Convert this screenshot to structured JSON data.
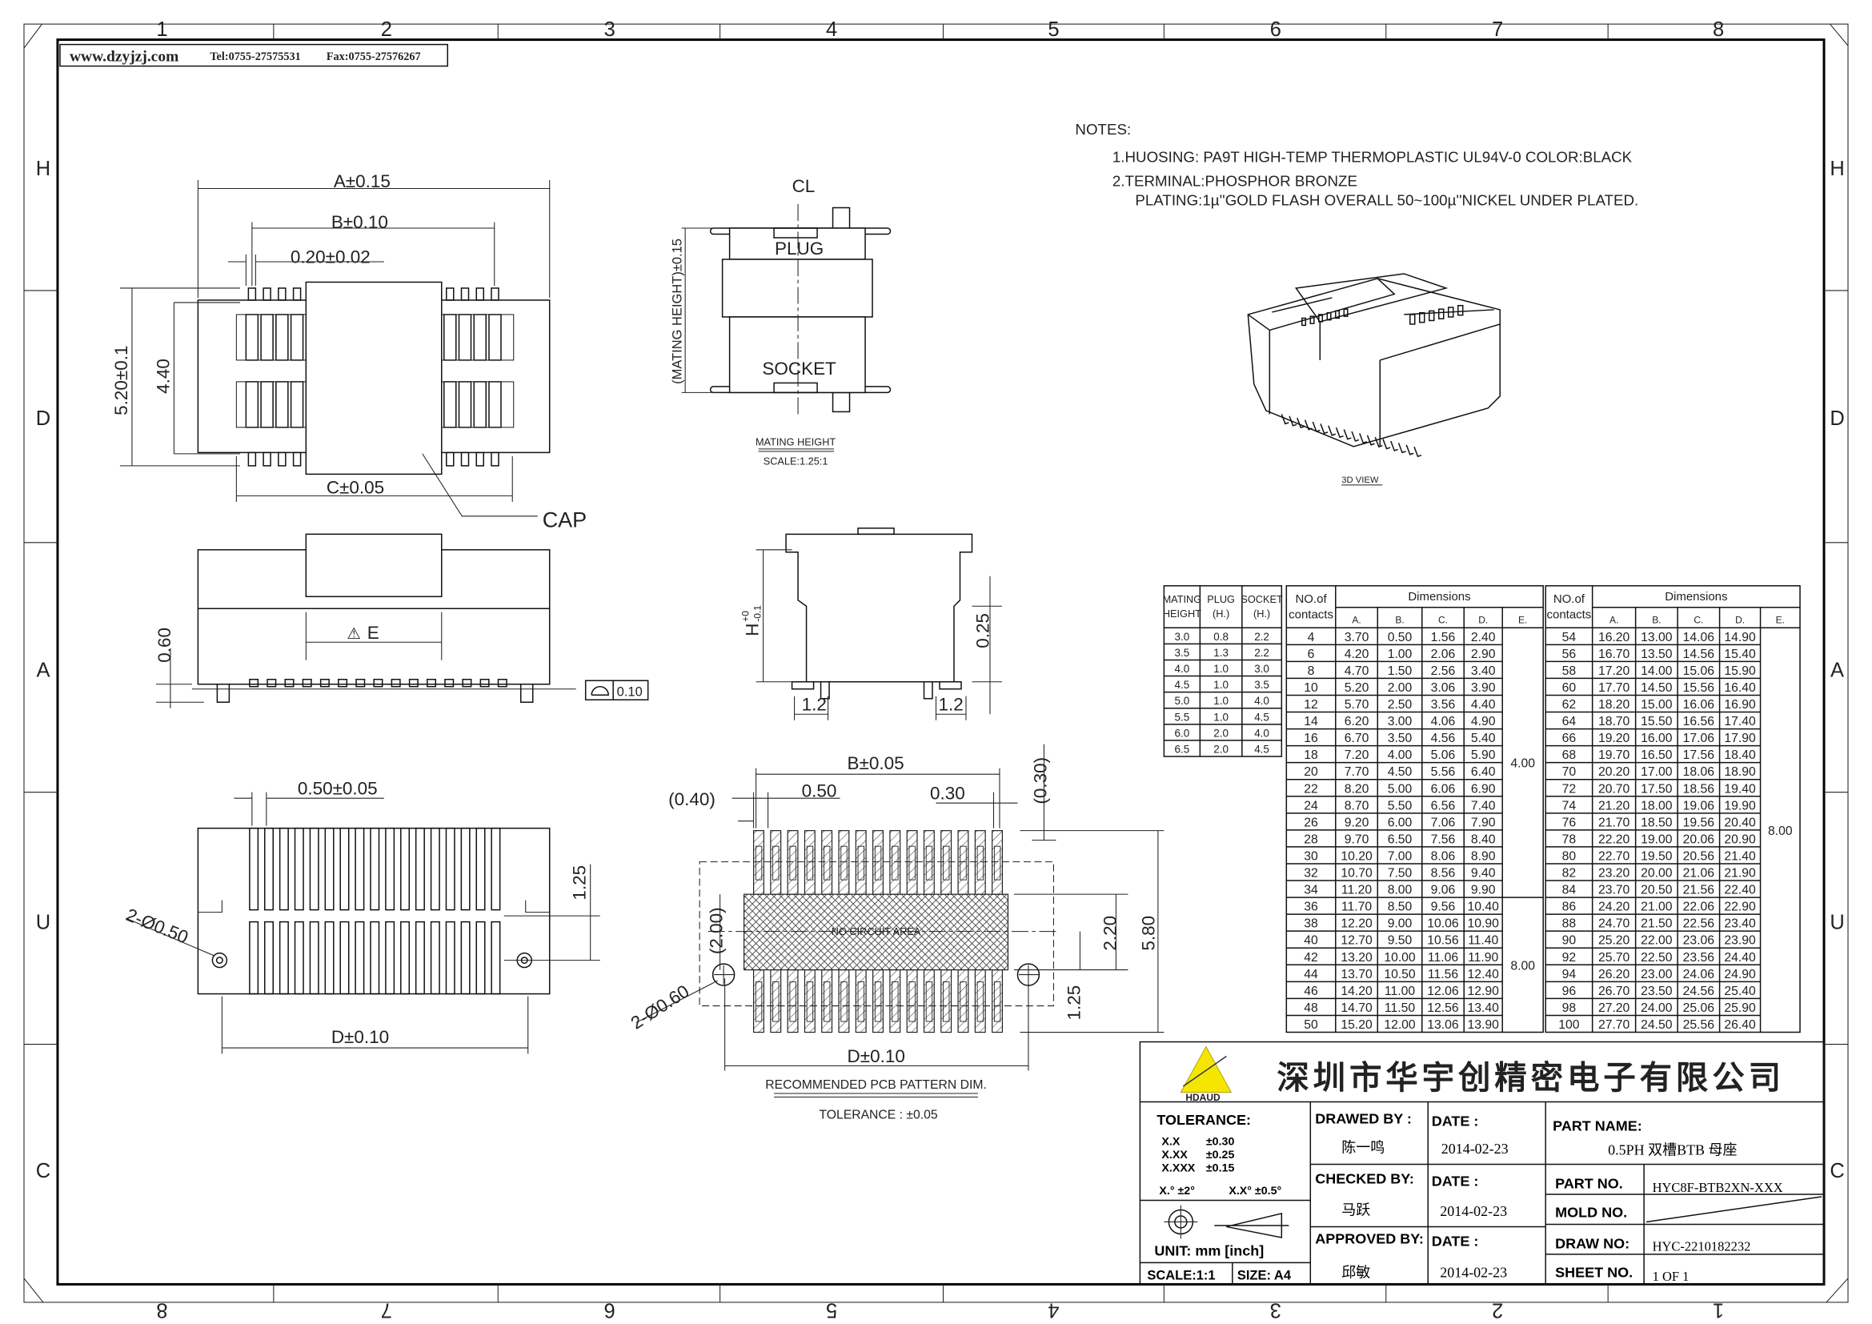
{
  "header": {
    "website": "www.dzyjzj.com",
    "tel": "Tel:0755-27575531",
    "fax": "Fax:0755-27576267"
  },
  "border": {
    "columns_top": [
      "1",
      "2",
      "3",
      "4",
      "5",
      "6",
      "7",
      "8"
    ],
    "columns_bottom": [
      "8",
      "7",
      "6",
      "5",
      "4",
      "3",
      "2",
      "1"
    ],
    "rows": [
      "H",
      "D",
      "A",
      "U",
      "C"
    ]
  },
  "notes": {
    "title": "NOTES:",
    "line1": "1.HUOSING: PA9T HIGH-TEMP THERMOPLASTIC UL94V-0 COLOR:BLACK",
    "line2": "2.TERMINAL:PHOSPHOR BRONZE",
    "line3": "PLATING:1µ''GOLD FLASH OVERALL 50~100µ''NICKEL UNDER PLATED."
  },
  "top_view": {
    "a": "A±0.15",
    "b": "B±0.10",
    "pin_width": "0.20±0.02",
    "height_total": "5.20±0.1",
    "height_inner": "4.40",
    "c": "C±0.05",
    "cap": "CAP"
  },
  "side_view": {
    "e": "E",
    "standoff": "0.60",
    "flatness": "0.10"
  },
  "bottom_view": {
    "pitch": "0.50±0.05",
    "holes": "2-Ø0.50",
    "row_offset": "1.25",
    "d": "D±0.10"
  },
  "mating_view": {
    "centerline": "CL",
    "plug": "PLUG",
    "socket": "SOCKET",
    "height_dim": "(MATING HEIGHT)±0.15",
    "caption": "MATING HEIGHT",
    "scale": "SCALE:1.25:1"
  },
  "end_view": {
    "h": "H",
    "h_tol_upper": "+0",
    "h_tol_lower": "-0.1",
    "lead_gap": "0.25",
    "left_pitch": "1.2",
    "right_pitch": "1.2"
  },
  "pcb_view": {
    "b": "B±0.05",
    "offset": "(0.40)",
    "pitch": "0.50",
    "pad_width": "0.30",
    "pad_len": "(0.30)",
    "keepout_h": "(2.00)",
    "holes": "2-Ø0.60",
    "keepout": "NO CIRCUIT AREA",
    "gap": "2.20",
    "total": "5.80",
    "row": "1.25",
    "d": "D±0.10",
    "caption": "RECOMMENDED PCB PATTERN DIM.",
    "tolerance": "TOLERANCE : ±0.05"
  },
  "view_3d": {
    "caption": "3D VIEW"
  },
  "mating_table": {
    "headers": [
      [
        "MATING",
        "HEIGHT"
      ],
      [
        "PLUG",
        "(H.)"
      ],
      [
        "SOCKET",
        "(H.)"
      ]
    ],
    "rows": [
      [
        "3.0",
        "0.8",
        "2.2"
      ],
      [
        "3.5",
        "1.3",
        "2.2"
      ],
      [
        "4.0",
        "1.0",
        "3.0"
      ],
      [
        "4.5",
        "1.0",
        "3.5"
      ],
      [
        "5.0",
        "1.0",
        "4.0"
      ],
      [
        "5.5",
        "1.0",
        "4.5"
      ],
      [
        "6.0",
        "2.0",
        "4.0"
      ],
      [
        "6.5",
        "2.0",
        "4.5"
      ]
    ]
  },
  "dimension_tables": [
    {
      "contacts_header": [
        "NO.of",
        "contacts"
      ],
      "group_header": "Dimensions",
      "columns": [
        "A.",
        "B.",
        "C.",
        "D.",
        "E."
      ],
      "rows": [
        [
          "4",
          "3.70",
          "0.50",
          "1.56",
          "2.40"
        ],
        [
          "6",
          "4.20",
          "1.00",
          "2.06",
          "2.90"
        ],
        [
          "8",
          "4.70",
          "1.50",
          "2.56",
          "3.40"
        ],
        [
          "10",
          "5.20",
          "2.00",
          "3.06",
          "3.90"
        ],
        [
          "12",
          "5.70",
          "2.50",
          "3.56",
          "4.40"
        ],
        [
          "14",
          "6.20",
          "3.00",
          "4.06",
          "4.90"
        ],
        [
          "16",
          "6.70",
          "3.50",
          "4.56",
          "5.40"
        ],
        [
          "18",
          "7.20",
          "4.00",
          "5.06",
          "5.90"
        ],
        [
          "20",
          "7.70",
          "4.50",
          "5.56",
          "6.40"
        ],
        [
          "22",
          "8.20",
          "5.00",
          "6.06",
          "6.90"
        ],
        [
          "24",
          "8.70",
          "5.50",
          "6.56",
          "7.40"
        ],
        [
          "26",
          "9.20",
          "6.00",
          "7.06",
          "7.90"
        ],
        [
          "28",
          "9.70",
          "6.50",
          "7.56",
          "8.40"
        ],
        [
          "30",
          "10.20",
          "7.00",
          "8.06",
          "8.90"
        ],
        [
          "32",
          "10.70",
          "7.50",
          "8.56",
          "9.40"
        ],
        [
          "34",
          "11.20",
          "8.00",
          "9.06",
          "9.90"
        ],
        [
          "36",
          "11.70",
          "8.50",
          "9.56",
          "10.40"
        ],
        [
          "38",
          "12.20",
          "9.00",
          "10.06",
          "10.90"
        ],
        [
          "40",
          "12.70",
          "9.50",
          "10.56",
          "11.40"
        ],
        [
          "42",
          "13.20",
          "10.00",
          "11.06",
          "11.90"
        ],
        [
          "44",
          "13.70",
          "10.50",
          "11.56",
          "12.40"
        ],
        [
          "46",
          "14.20",
          "11.00",
          "12.06",
          "12.90"
        ],
        [
          "48",
          "14.70",
          "11.50",
          "12.56",
          "13.40"
        ],
        [
          "50",
          "15.20",
          "12.00",
          "13.06",
          "13.90"
        ]
      ],
      "e_groups": [
        {
          "value": "4.00",
          "rows": 16
        },
        {
          "value": "8.00",
          "rows": 8
        }
      ]
    },
    {
      "contacts_header": [
        "NO.of",
        "contacts"
      ],
      "group_header": "Dimensions",
      "columns": [
        "A.",
        "B.",
        "C.",
        "D.",
        "E."
      ],
      "rows": [
        [
          "54",
          "16.20",
          "13.00",
          "14.06",
          "14.90"
        ],
        [
          "56",
          "16.70",
          "13.50",
          "14.56",
          "15.40"
        ],
        [
          "58",
          "17.20",
          "14.00",
          "15.06",
          "15.90"
        ],
        [
          "60",
          "17.70",
          "14.50",
          "15.56",
          "16.40"
        ],
        [
          "62",
          "18.20",
          "15.00",
          "16.06",
          "16.90"
        ],
        [
          "64",
          "18.70",
          "15.50",
          "16.56",
          "17.40"
        ],
        [
          "66",
          "19.20",
          "16.00",
          "17.06",
          "17.90"
        ],
        [
          "68",
          "19.70",
          "16.50",
          "17.56",
          "18.40"
        ],
        [
          "70",
          "20.20",
          "17.00",
          "18.06",
          "18.90"
        ],
        [
          "72",
          "20.70",
          "17.50",
          "18.56",
          "19.40"
        ],
        [
          "74",
          "21.20",
          "18.00",
          "19.06",
          "19.90"
        ],
        [
          "76",
          "21.70",
          "18.50",
          "19.56",
          "20.40"
        ],
        [
          "78",
          "22.20",
          "19.00",
          "20.06",
          "20.90"
        ],
        [
          "80",
          "22.70",
          "19.50",
          "20.56",
          "21.40"
        ],
        [
          "82",
          "23.20",
          "20.00",
          "21.06",
          "21.90"
        ],
        [
          "84",
          "23.70",
          "20.50",
          "21.56",
          "22.40"
        ],
        [
          "86",
          "24.20",
          "21.00",
          "22.06",
          "22.90"
        ],
        [
          "88",
          "24.70",
          "21.50",
          "22.56",
          "23.40"
        ],
        [
          "90",
          "25.20",
          "22.00",
          "23.06",
          "23.90"
        ],
        [
          "92",
          "25.70",
          "22.50",
          "23.56",
          "24.40"
        ],
        [
          "94",
          "26.20",
          "23.00",
          "24.06",
          "24.90"
        ],
        [
          "96",
          "26.70",
          "23.50",
          "24.56",
          "25.40"
        ],
        [
          "98",
          "27.20",
          "24.00",
          "25.06",
          "25.90"
        ],
        [
          "100",
          "27.70",
          "24.50",
          "25.56",
          "26.40"
        ]
      ],
      "e_groups": [
        {
          "value": "8.00",
          "rows": 24
        }
      ]
    }
  ],
  "title_block": {
    "logo_text": "HDAUD",
    "logo_color": "#f5e600",
    "company": "深圳市华宇创精密电子有限公司",
    "tolerance_label": "TOLERANCE:",
    "tol_x": "X.X",
    "tol_x_val": "±0.30",
    "tol_xx": "X.XX",
    "tol_xx_val": "±0.25",
    "tol_xxx": "X.XXX",
    "tol_xxx_val": "±0.15",
    "tol_angle1": "X.° ±2°",
    "tol_angle2": "X.X° ±0.5°",
    "unit": "UNIT:  mm  [inch]",
    "scale": "SCALE:1:1",
    "size": "SIZE:  A4",
    "drawed_label": "DRAWED BY :",
    "drawed_by": "陈一鸣",
    "checked_label": "CHECKED BY:",
    "checked_by": "马跃",
    "approved_label": "APPROVED BY:",
    "approved_by": "邱敏",
    "date_label": "DATE :",
    "drawed_date": "2014-02-23",
    "checked_date": "2014-02-23",
    "approved_date": "2014-02-23",
    "part_name_label": "PART NAME:",
    "part_name": "0.5PH 双槽BTB 母座",
    "part_no_label": "PART NO.",
    "part_no": "HYC8F-BTB2XN-XXX",
    "mold_no_label": "MOLD NO.",
    "draw_no_label": "DRAW NO:",
    "draw_no": "HYC-2210182232",
    "sheet_no_label": "SHEET NO.",
    "sheet_no": "1 OF 1"
  }
}
